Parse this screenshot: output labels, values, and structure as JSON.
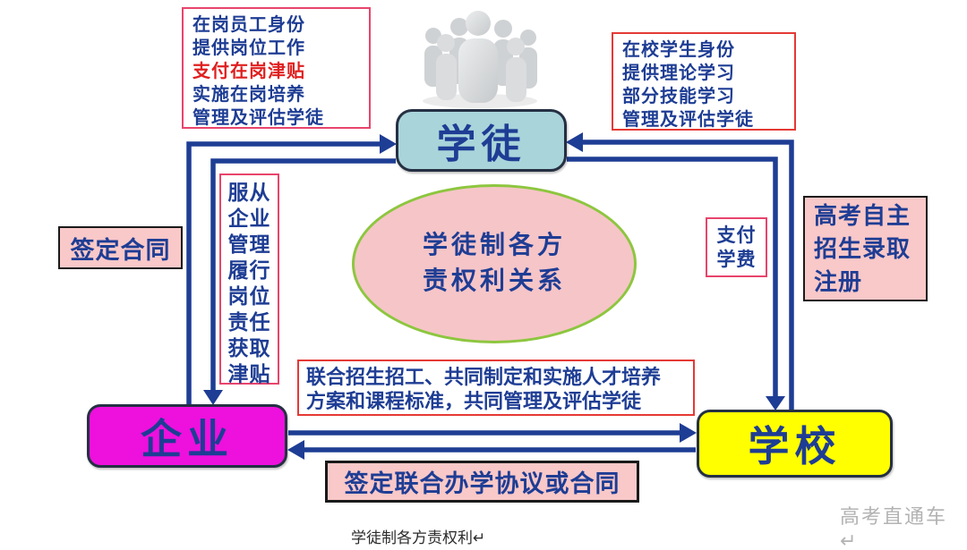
{
  "nodes": {
    "apprentice": "学徒",
    "enterprise": "企业",
    "school": "学校"
  },
  "center": {
    "line1": "学徒制各方",
    "line2": "责权利关系"
  },
  "enterprise_duties": {
    "lines": [
      "在岗员工身份",
      "提供岗位工作",
      "支付在岗津贴",
      "实施在岗培养",
      "管理及评估学徒"
    ],
    "highlighted_line": "支付在岗津贴"
  },
  "school_duties": {
    "lines": [
      "在校学生身份",
      "提供理论学习",
      "部分技能学习",
      "管理及评估学徒"
    ]
  },
  "apprentice_duties": {
    "lines": [
      "服从",
      "企业",
      "管理",
      "履行",
      "岗位",
      "责任",
      "获取",
      "津贴"
    ]
  },
  "labels": {
    "sign_contract": "签定合同",
    "pay_tuition": [
      "支付",
      "学费"
    ],
    "gaokao_enrollment": [
      "高考自主",
      "招生录取",
      "注册"
    ],
    "joint_training": [
      "联合招生招工、共同制定和实施人才培养",
      "方案和课程标准，共同管理及评估学徒"
    ],
    "joint_agreement": "签定联合办学协议或合同"
  },
  "footer": {
    "caption": "学徒制各方责权利↵",
    "watermark": "高考直通车 ↵"
  },
  "colors": {
    "text_navy": "#1e3d94",
    "text_red": "#e01f1f",
    "border_rose": "#e8446c",
    "border_red": "#e53935",
    "pink_fill": "#f9c8c8",
    "ellipse_fill": "#f6c5c8",
    "ellipse_border": "#8dc63f",
    "apprentice_fill": "#a9d4da",
    "enterprise_fill": "#ee10dd",
    "school_fill": "#ffff00",
    "arrow": "#1e3d94"
  }
}
